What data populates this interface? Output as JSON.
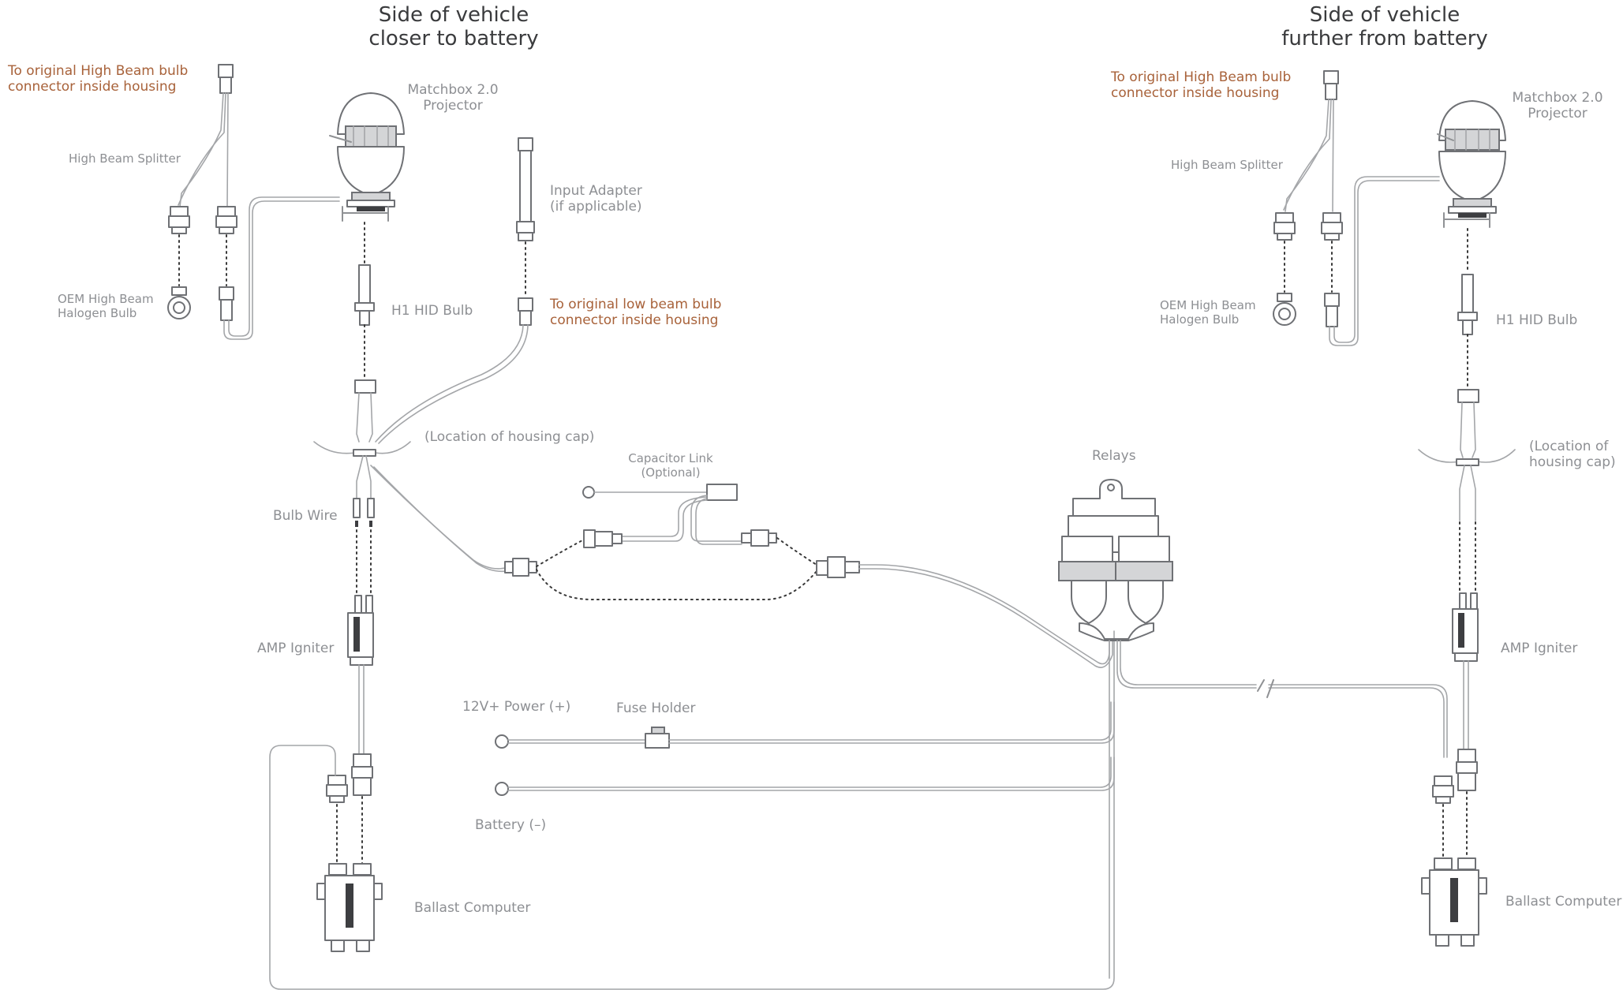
{
  "titles": {
    "left": "Side of vehicle\ncloser to battery",
    "right": "Side of vehicle\nfurther from battery"
  },
  "left": {
    "high_beam_connector": "To original High Beam bulb\nconnector inside housing",
    "projector": "Matchbox 2.0\nProjector",
    "high_beam_splitter": "High Beam Splitter",
    "input_adapter": "Input Adapter\n(if applicable)",
    "oem_bulb": "OEM High Beam\nHalogen Bulb",
    "hid_bulb": "H1 HID Bulb",
    "low_beam_connector": "To original low beam bulb\nconnector inside housing",
    "housing_cap": "(Location of housing cap)",
    "bulb_wire": "Bulb Wire",
    "amp_igniter": "AMP Igniter",
    "ballast": "Ballast Computer"
  },
  "center": {
    "capacitor_link": "Capacitor Link\n(Optional)",
    "relays": "Relays",
    "power": "12V+ Power (+)",
    "fuse_holder": "Fuse Holder",
    "battery": "Battery (–)"
  },
  "right": {
    "high_beam_connector": "To original High Beam bulb\nconnector inside housing",
    "projector": "Matchbox 2.0\nProjector",
    "high_beam_splitter": "High Beam Splitter",
    "oem_bulb": "OEM High Beam\nHalogen Bulb",
    "hid_bulb": "H1 HID Bulb",
    "housing_cap": "(Location of\nhousing cap)",
    "amp_igniter": "AMP Igniter",
    "ballast": "Ballast Computer"
  },
  "colors": {
    "label": "#8d8f93",
    "highlight": "#a8623a",
    "title": "#3a3b3d",
    "wire": "#8f9194"
  }
}
